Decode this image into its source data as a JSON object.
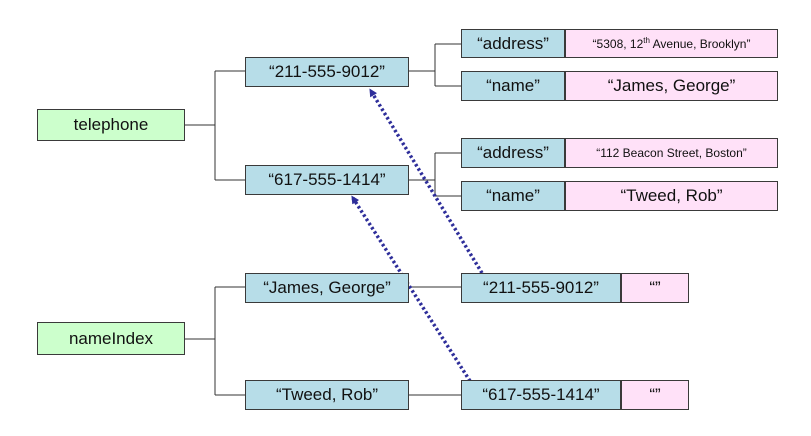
{
  "roots": {
    "telephone": "telephone",
    "nameIndex": "nameIndex"
  },
  "telephone_children": {
    "phone1": "“211-555-9012”",
    "phone2": "“617-555-1414”"
  },
  "phone1_fields": {
    "address_key": "“address”",
    "address_value": {
      "before": "“5308, 12",
      "sup": "th",
      "after": " Avenue, Brooklyn”"
    },
    "name_key": "“name”",
    "name_value": "“James, George”"
  },
  "phone2_fields": {
    "address_key": "“address”",
    "address_value": "“112 Beacon Street, Boston”",
    "name_key": "“name”",
    "name_value": "“Tweed, Rob”"
  },
  "nameIndex_children": {
    "name1": "“James, George”",
    "name2": "“Tweed, Rob”"
  },
  "nameIndex_leaves": {
    "phone1_key": "“211-555-9012”",
    "phone1_value": "“”",
    "phone2_key": "“617-555-1414”",
    "phone2_value": "“”"
  },
  "colors": {
    "root_fill": "#ccffcc",
    "node_fill": "#b7dde8",
    "value_fill": "#ffe1f8",
    "pointer_arrow": "#2e2e9a",
    "connector": "#333333"
  }
}
